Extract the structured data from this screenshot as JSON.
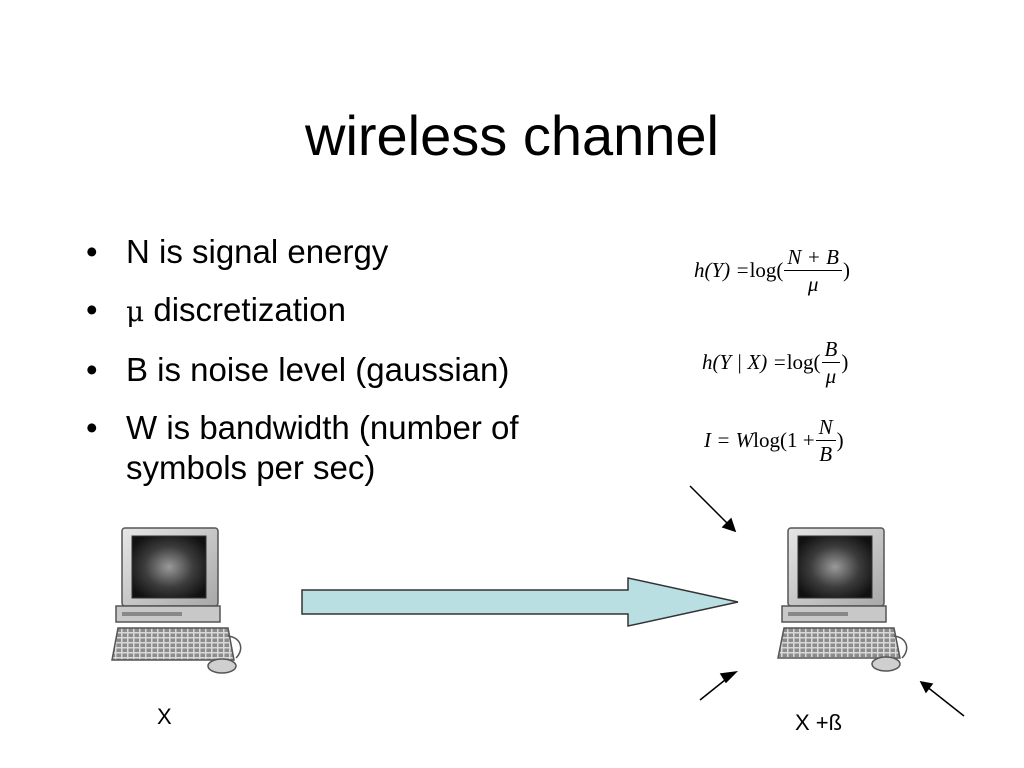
{
  "slide": {
    "title": "wireless channel",
    "bullets": [
      {
        "marker": "•",
        "symbol": "",
        "text": "N is signal energy"
      },
      {
        "marker": "•",
        "symbol": "μ",
        "text": "discretization"
      },
      {
        "marker": "•",
        "symbol": "",
        "text": "B is noise level (gaussian)"
      },
      {
        "marker": "•",
        "symbol": "",
        "text": "W is bandwidth (number of symbols per sec)"
      }
    ],
    "formulas": {
      "f1": {
        "lhs": "h(Y) = ",
        "fn": "log(",
        "num": "N + B",
        "den": "μ",
        "close": ")"
      },
      "f2": {
        "lhs": "h(Y | X) = ",
        "fn": "log(",
        "num": "B",
        "den": "μ",
        "close": ")"
      },
      "f3": {
        "lhs": "I = W ",
        "fn": "log(1 + ",
        "num": "N",
        "den": "B",
        "close": ")"
      }
    },
    "labels": {
      "sender": "X",
      "receiver": "X +ß"
    },
    "colors": {
      "arrow_fill": "#b9dfe3",
      "arrow_stroke": "#333333"
    }
  }
}
